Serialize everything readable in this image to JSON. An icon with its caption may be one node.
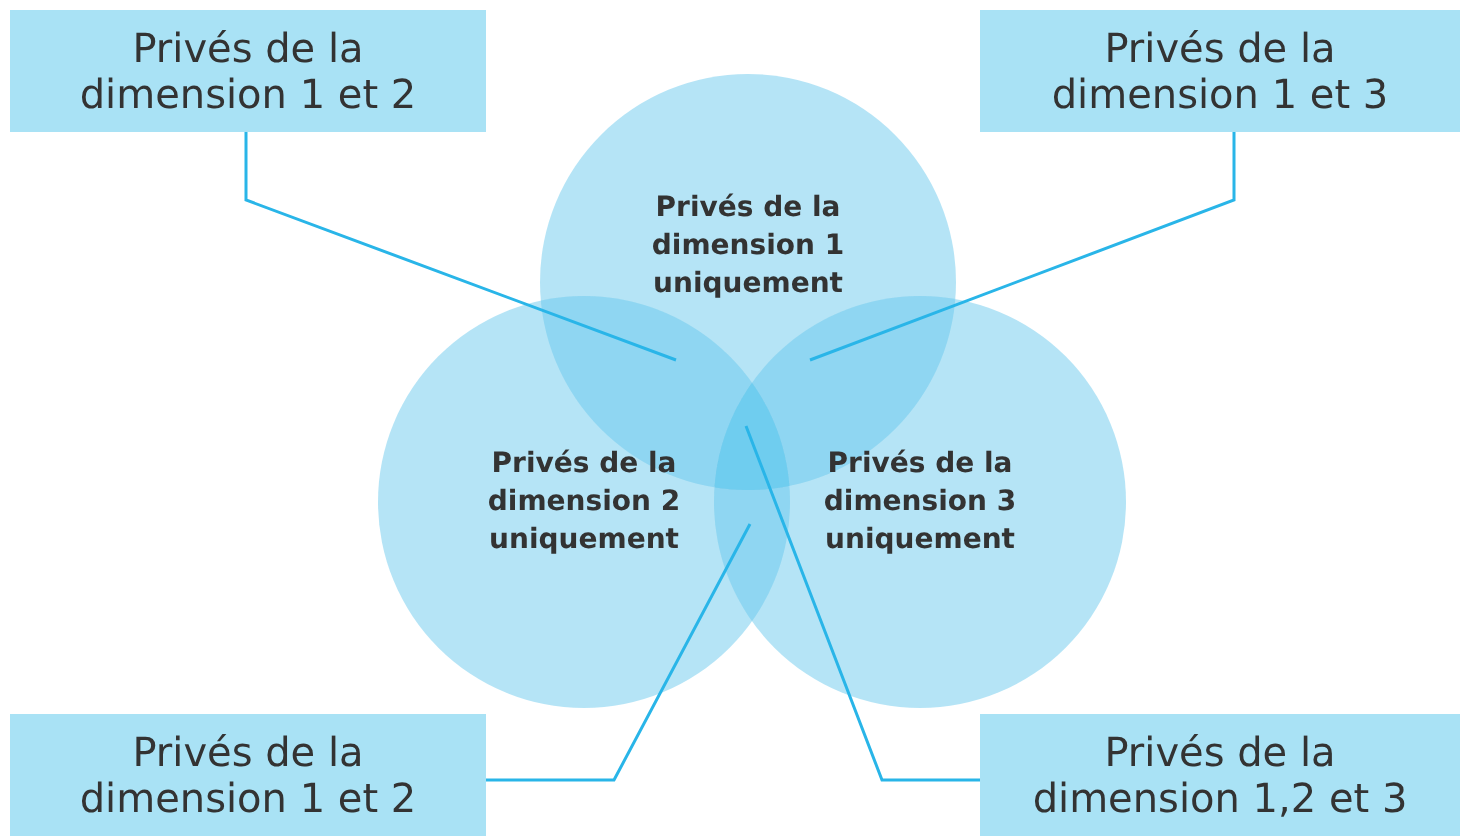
{
  "diagram": {
    "nodes": [
      {
        "text": [
          "Privés de la dimension 1 uniquement"
        ]
      },
      {
        "text": [
          "Privés de la dimension 2 uniquement"
        ]
      },
      {
        "text": [
          "Privés de la dimension 3 uniquement"
        ]
      },
      {
        "text": [
          "Privés de la dimension 1 et 2"
        ]
      },
      {
        "text": [
          "Privés de la dimension 1 et 3"
        ]
      },
      {
        "text": [
          "Privés de la dimension 1 et 2"
        ]
      },
      {
        "text": [
          "Privés de la dimension 1,2 et 3"
        ]
      },
      {
        "text": [],
        "shape": "lens"
      },
      {
        "text": [],
        "shape": "lens"
      },
      {
        "text": [],
        "shape": "lens"
      },
      {
        "text": [],
        "shape": "lens"
      }
    ],
    "edges": [
      {
        "from": 3,
        "to": 7,
        "arrow": "none"
      },
      {
        "from": 4,
        "to": 8,
        "arrow": "none"
      },
      {
        "from": 5,
        "to": 9,
        "arrow": "none"
      },
      {
        "from": 6,
        "to": 10,
        "arrow": "none"
      }
    ]
  }
}
